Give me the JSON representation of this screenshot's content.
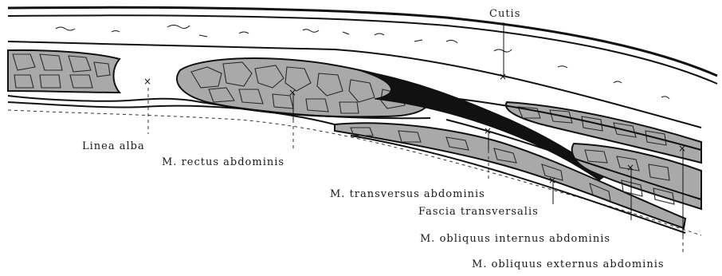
{
  "labels": {
    "cutis": "Cutis",
    "linea_alba": "Linea alba",
    "rectus": "M. rectus abdominis",
    "transversus": "M. transversus abdominis",
    "fascia": "Fascia transversalis",
    "obliquus_internus": "M. obliquus internus abdominis",
    "obliquus_externus": "M. obliquus externus abdominis"
  },
  "colors": {
    "ink": "#111111",
    "muscle_fill": "#a9a9a9",
    "background": "#ffffff"
  }
}
